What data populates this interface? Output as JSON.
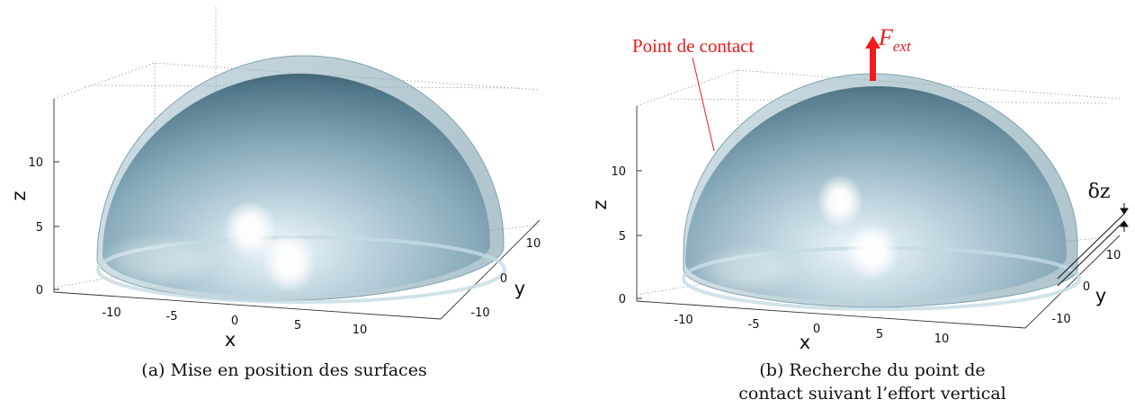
{
  "panel_a": {
    "caption": "(a) Mise en position des surfaces",
    "x_axis_label": "x",
    "y_axis_label": "y",
    "z_axis_label": "z",
    "x_ticks": [
      "-10",
      "-5",
      "0",
      "5",
      "10"
    ],
    "y_ticks": [
      "10",
      "0",
      "-10"
    ],
    "z_ticks": [
      "10",
      "5",
      "0"
    ]
  },
  "panel_b": {
    "caption_line1": "(b) Recherche du point de",
    "caption_line2": "contact suivant l’effort vertical",
    "x_axis_label": "x",
    "y_axis_label": "y",
    "z_axis_label": "z",
    "x_ticks": [
      "-10",
      "-5",
      "0",
      "5",
      "10"
    ],
    "y_ticks": [
      "10",
      "0",
      "-10"
    ],
    "z_ticks": [
      "10",
      "5",
      "0"
    ],
    "contact_label": "Point de contact",
    "force_symbol": "F",
    "force_subscript": "ext",
    "gap_label": "δz"
  },
  "colors": {
    "dome": "#6e97a8",
    "dome_outer": "#a9c6d2",
    "annotation_red": "#ee1c1c",
    "grid": "#9a9a9a"
  }
}
